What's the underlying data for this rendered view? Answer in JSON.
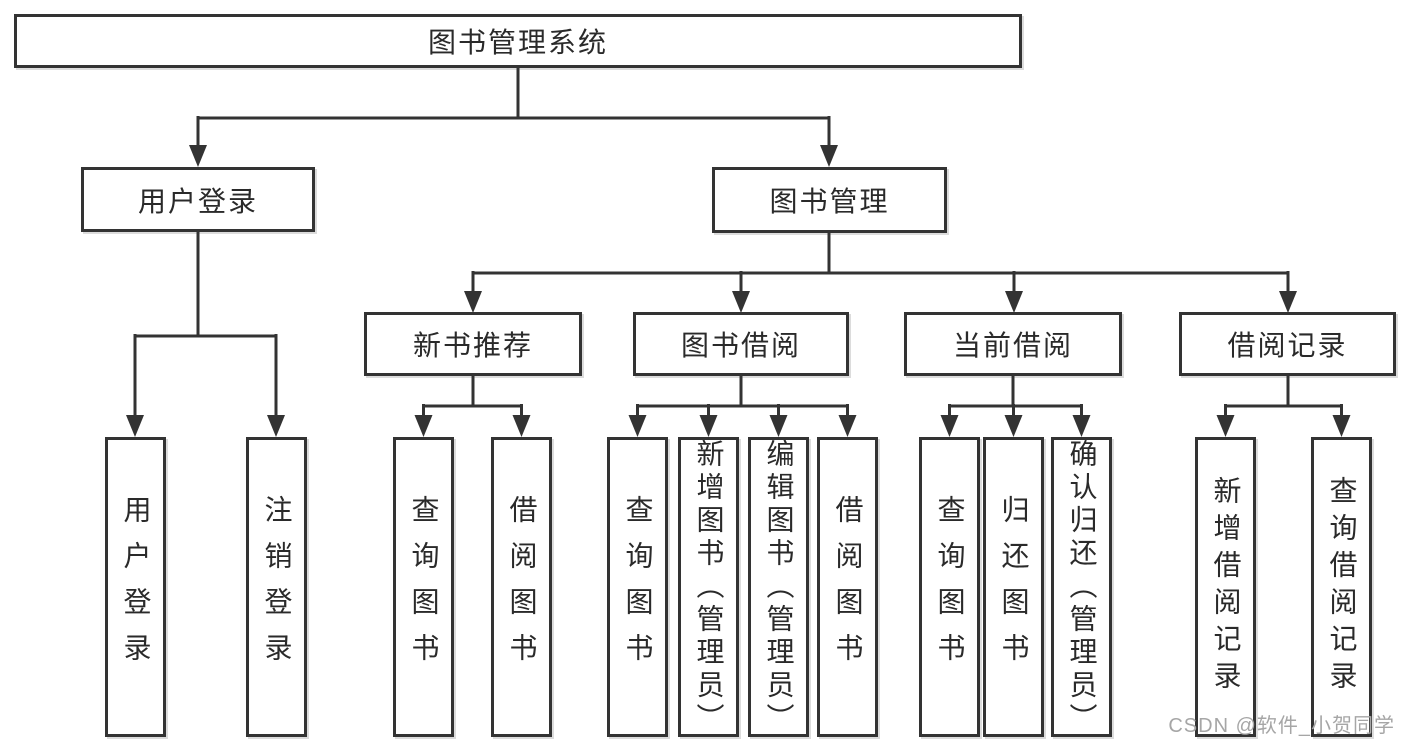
{
  "tree": {
    "label": "图书管理系统",
    "children": [
      {
        "label": "用户登录",
        "children": [
          {
            "label": "用户登录"
          },
          {
            "label": "注销登录"
          }
        ]
      },
      {
        "label": "图书管理",
        "children": [
          {
            "label": "新书推荐",
            "children": [
              {
                "label": "查询图书"
              },
              {
                "label": "借阅图书"
              }
            ]
          },
          {
            "label": "图书借阅",
            "children": [
              {
                "label": "查询图书"
              },
              {
                "label": "新增图书（管理员）"
              },
              {
                "label": "编辑图书（管理员）"
              },
              {
                "label": "借阅图书"
              }
            ]
          },
          {
            "label": "当前借阅",
            "children": [
              {
                "label": "查询图书"
              },
              {
                "label": "归还图书"
              },
              {
                "label": "确认归还（管理员）"
              }
            ]
          },
          {
            "label": "借阅记录",
            "children": [
              {
                "label": "新增借阅记录"
              },
              {
                "label": "查询借阅记录"
              }
            ]
          }
        ]
      }
    ]
  },
  "watermark": {
    "text": "CSDN @软件_小贺同学"
  },
  "colors": {
    "line": "#333333",
    "box_border": "#333333",
    "box_fill": "#ffffff",
    "text": "#2a2a2a",
    "watermark": "#a6a6a6"
  }
}
